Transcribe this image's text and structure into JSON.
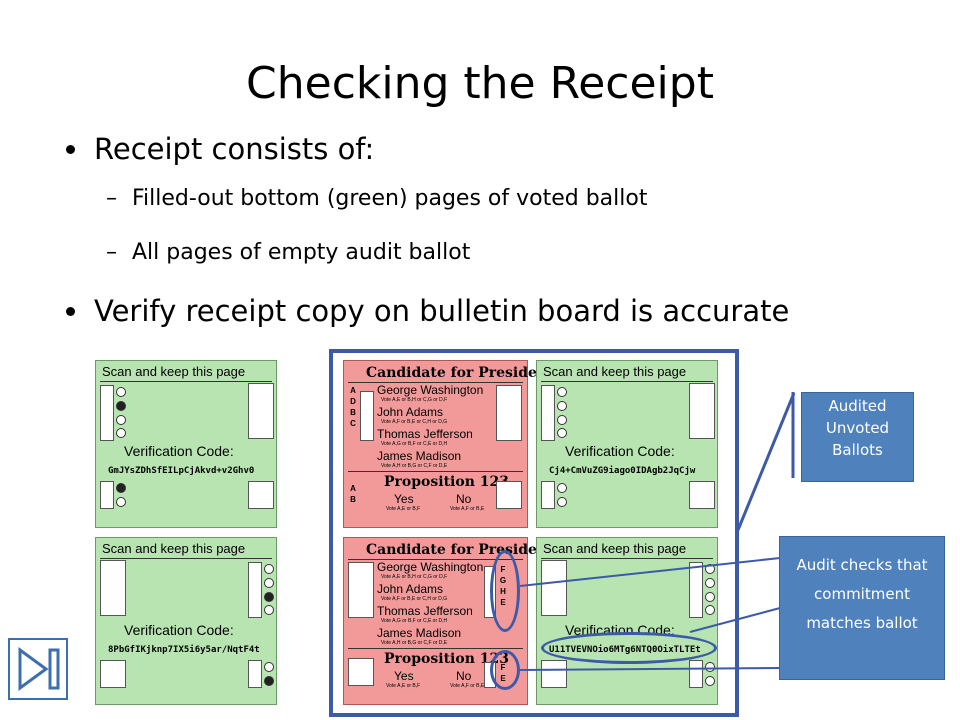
{
  "slide": {
    "title": "Checking the Receipt",
    "bullets": {
      "b1": "Receipt consists of:",
      "b1_subs": [
        "Filled-out bottom (green) pages of voted ballot",
        "All pages of empty audit ballot"
      ],
      "b2": "Verify receipt copy on bulletin board is accurate",
      "dash": "–"
    }
  },
  "pages": {
    "scan_header": "Scan and keep this page",
    "verification_label": "Verification Code:",
    "codes": {
      "left_top": "GmJYsZDhSfEILpCjAkvd+v2Ghv0",
      "left_bottom": "8PbGfIKjknp7IX5i6y5ar/NqtF4t",
      "right_top": "Cj4+CmVuZG9iago0IDAgb2JqCjw",
      "right_bottom": "U11TVEVNOio6MTg6NTQ0OixTLTEt"
    }
  },
  "red_pages": {
    "candidate_title": "Candidate for President",
    "candidates": [
      {
        "name": "George Washington",
        "vote": "Vote A,E or B,H or C,G or D,F"
      },
      {
        "name": "John Adams",
        "vote": "Vote A,F or B,E or C,H or D,G"
      },
      {
        "name": "Thomas Jefferson",
        "vote": "Vote A,G or B,F or C,E or D,H"
      },
      {
        "name": "James Madison",
        "vote": "Vote A,H or B,G or C,F or D,E"
      }
    ],
    "prop_title": "Proposition 123",
    "prop_yes": "Yes",
    "prop_no": "No",
    "prop_yes_vote": "Vote A,E or B,F",
    "prop_no_vote": "Vote A,F or B,E",
    "top_letters_cand": [
      "A",
      "D",
      "B",
      "C"
    ],
    "top_letters_prop": [
      "A",
      "B"
    ],
    "bottom_letters_cand": [
      "F",
      "G",
      "H",
      "E"
    ],
    "bottom_letters_prop": [
      "F",
      "E"
    ]
  },
  "callouts": {
    "audited": "Audited Unvoted Ballots",
    "audit_checks": "Audit checks that commitment matches ballot"
  },
  "nav": {
    "icon": "skip-to-end-icon"
  },
  "colors": {
    "green_page": "#b7e4b0",
    "red_page": "#f29a9a",
    "callout": "#4f81bd",
    "frame": "#3d5aa8"
  }
}
